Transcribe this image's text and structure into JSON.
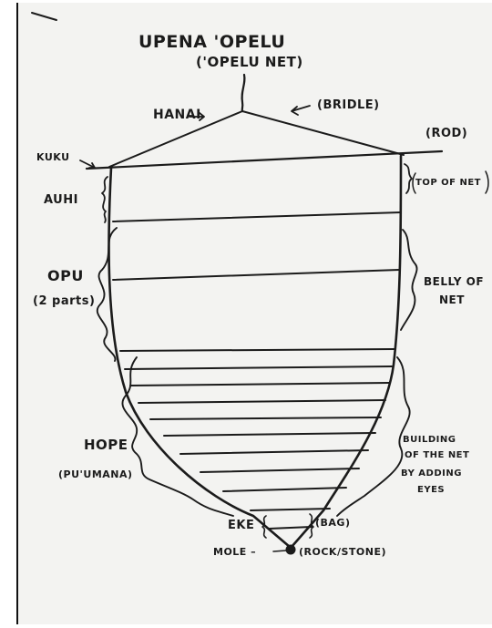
{
  "diagram": {
    "title": "UPENA 'OPELU",
    "subtitle": "('OPELU NET)",
    "labels": {
      "hanai": "HANAI",
      "bridle": "(BRIDLE)",
      "rod": "(ROD)",
      "kuku": "KUKU",
      "auhi": "AUHI",
      "top_of_net": "TOP OF NET",
      "opu": "OPU",
      "opu_parts": "(2 parts)",
      "belly_of": "BELLY OF",
      "net": "NET",
      "hope": "HOPE",
      "pu_umana": "(PU'UMANA)",
      "building_1": "BUILDING",
      "building_2": "OF THE NET",
      "building_3": "BY ADDING",
      "building_4": "EYES",
      "eke": "EKE",
      "bag": "(BAG)",
      "mole": "MOLE –",
      "rock_stone": "(ROCK/STONE)"
    }
  }
}
